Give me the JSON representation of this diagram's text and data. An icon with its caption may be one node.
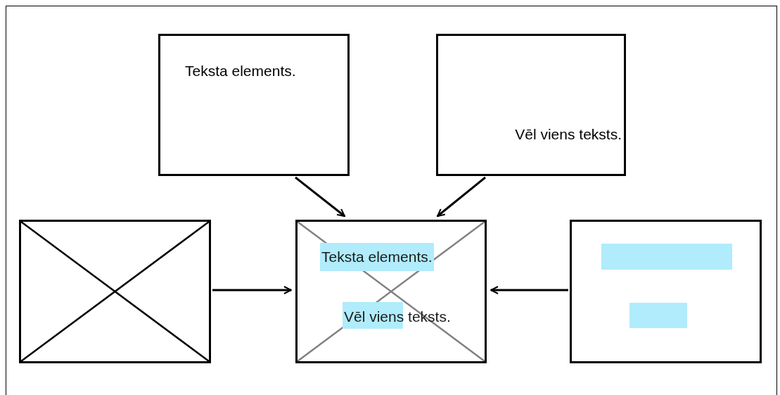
{
  "diagram": {
    "nodes": [
      {
        "text": [
          "Teksta elements."
        ]
      },
      {
        "text": [
          "Vēl viens teksts."
        ]
      },
      {
        "text": [],
        "shape": "box"
      },
      {
        "text": [
          "Teksta elements.",
          "Vēl viens teksts."
        ]
      },
      {
        "text": [],
        "shape": "box"
      }
    ],
    "edges": [
      {
        "from": 0,
        "to": 3,
        "arrow": "to"
      },
      {
        "from": 1,
        "to": 3,
        "arrow": "to"
      },
      {
        "from": 2,
        "to": 3,
        "arrow": "to"
      },
      {
        "from": 4,
        "to": 3,
        "arrow": "to"
      }
    ]
  }
}
